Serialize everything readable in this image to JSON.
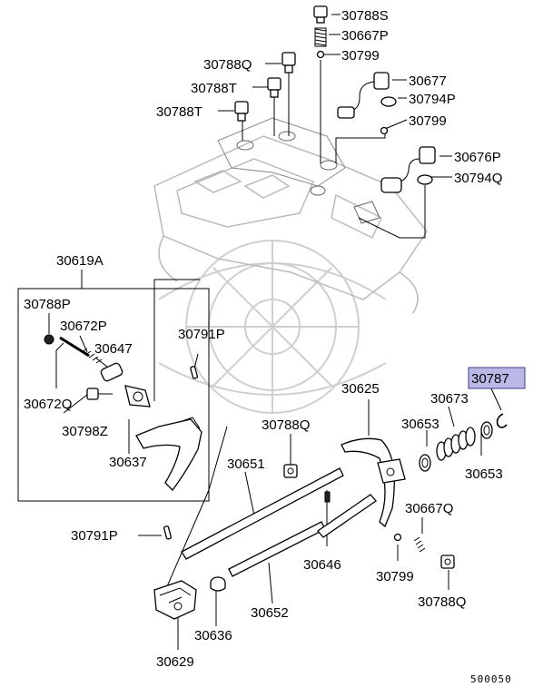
{
  "diagram_code": "500050",
  "colors": {
    "highlight_fill": "#b9b8e6",
    "highlight_border": "#3c3c8c",
    "line": "#000000"
  },
  "highlighted_part": "30787",
  "labels": {
    "p30788S": "30788S",
    "p30667P_top": "30667P",
    "p30799_top": "30799",
    "p30677": "30677",
    "p30788Q_top": "30788Q",
    "p30794P": "30794P",
    "p30788T_a": "30788T",
    "p30788T_b": "30788T",
    "p30799_mid": "30799",
    "p30676P": "30676P",
    "p30794Q": "30794Q",
    "p30619A": "30619A",
    "p30788P": "30788P",
    "p30672P": "30672P",
    "p30647": "30647",
    "p30672Q": "30672Q",
    "p30798Z": "30798Z",
    "p30637": "30637",
    "p30791P_a": "30791P",
    "p30791P_b": "30791P",
    "p30625": "30625",
    "p30787": "30787",
    "p30673": "30673",
    "p30653_a": "30653",
    "p30653_b": "30653",
    "p30788Q_mid": "30788Q",
    "p30651": "30651",
    "p30667Q": "30667Q",
    "p30646": "30646",
    "p30799_low": "30799",
    "p30788Q_low": "30788Q",
    "p30652": "30652",
    "p30636": "30636",
    "p30629": "30629"
  }
}
